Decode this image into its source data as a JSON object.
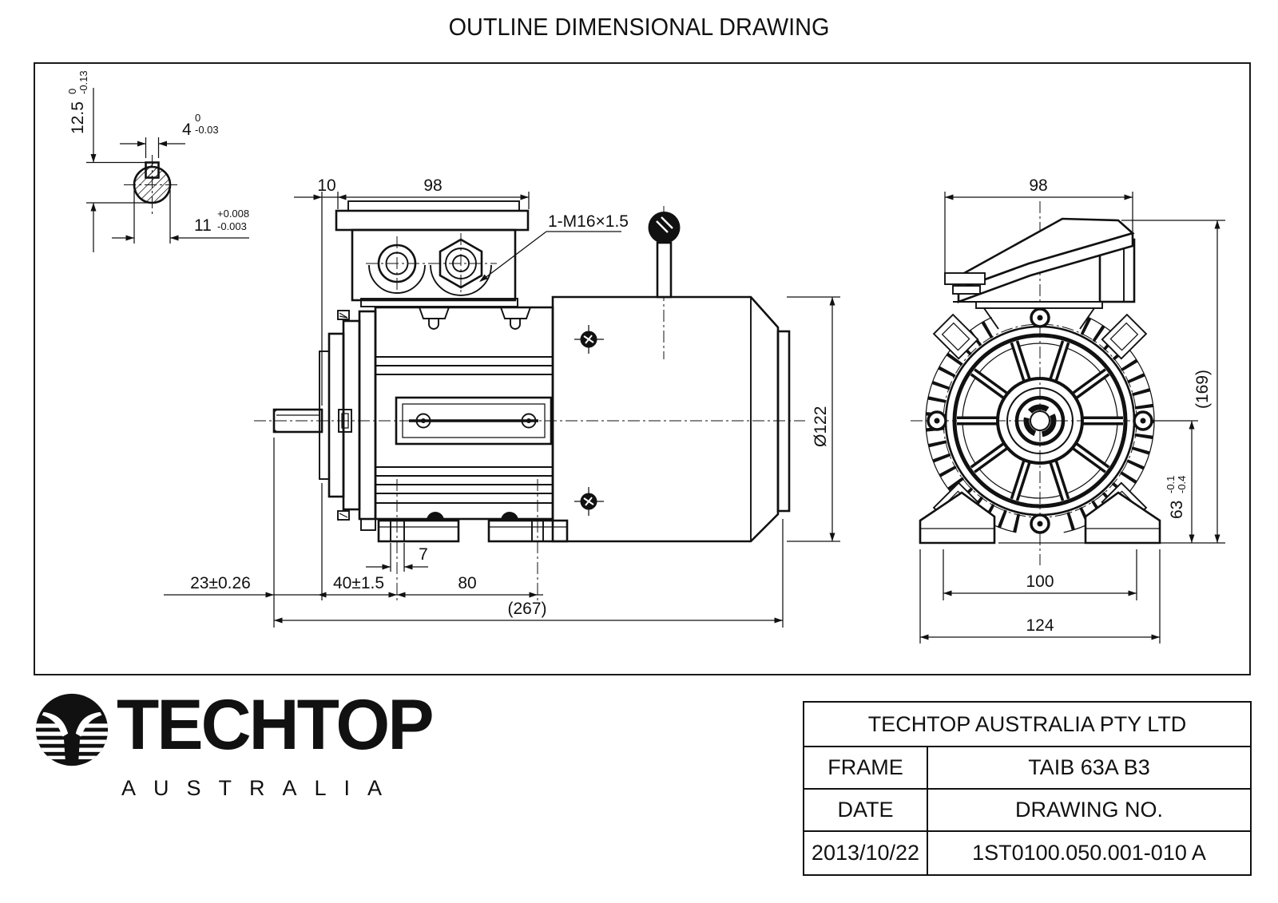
{
  "title": "OUTLINE DIMENSIONAL DRAWING",
  "shaft_detail": {
    "height": {
      "nominal": "12.5",
      "upper": "0",
      "lower": "-0.13"
    },
    "key_width": {
      "nominal": "4",
      "upper": "0",
      "lower": "-0.03"
    },
    "diameter": {
      "nominal": "11",
      "upper": "+0.008",
      "lower": "-0.003"
    }
  },
  "side_view": {
    "box_offset": "10",
    "box_width": "98",
    "gland_label": "1-M16×1.5",
    "fan_cowl_dia": "Ø122",
    "shaft_length": "23±0.26",
    "face_to_foot": "40±1.5",
    "foot_slot": "7",
    "foot_spacing": "80",
    "overall_length": "(267)"
  },
  "front_view": {
    "box_width": "98",
    "overall_height": "(169)",
    "shaft_height": {
      "nominal": "63",
      "upper": "-0.1",
      "lower": "-0.4"
    },
    "foot_hole_span": "100",
    "foot_width": "124"
  },
  "logo": {
    "brand": "TECHTOP",
    "country": "AUSTRALIA"
  },
  "title_block": {
    "company": "TECHTOP AUSTRALIA PTY LTD",
    "frame_label": "FRAME",
    "frame_value": "TAIB 63A B3",
    "date_label": "DATE",
    "drawing_no_label": "DRAWING NO.",
    "date_value": "2013/10/22",
    "drawing_no_value": "1ST0100.050.001-010 A"
  }
}
